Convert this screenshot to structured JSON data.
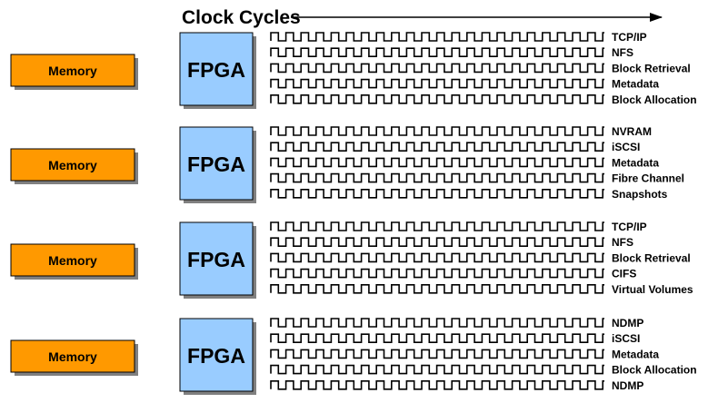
{
  "title": "Clock Cycles",
  "colors": {
    "memory_fill": "#ff9900",
    "fpga_fill": "#99ccff",
    "shadow": "#808080",
    "line": "#000000"
  },
  "groups": [
    {
      "memory_label": "Memory",
      "fpga_label": "FPGA",
      "signals": [
        "TCP/IP",
        "NFS",
        "Block Retrieval",
        "Metadata",
        "Block Allocation"
      ]
    },
    {
      "memory_label": "Memory",
      "fpga_label": "FPGA",
      "signals": [
        "NVRAM",
        "iSCSI",
        "Metadata",
        "Fibre Channel",
        "Snapshots"
      ]
    },
    {
      "memory_label": "Memory",
      "fpga_label": "FPGA",
      "signals": [
        "TCP/IP",
        "NFS",
        "Block Retrieval",
        "CIFS",
        "Virtual Volumes"
      ]
    },
    {
      "memory_label": "Memory",
      "fpga_label": "FPGA",
      "signals": [
        "NDMP",
        "iSCSI",
        "Metadata",
        "Block Allocation",
        "NDMP"
      ]
    }
  ]
}
